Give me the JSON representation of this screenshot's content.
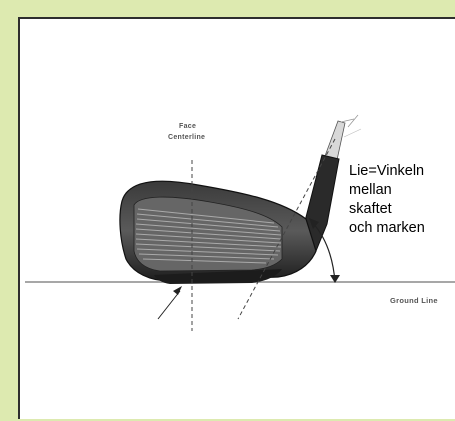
{
  "labels": {
    "face_centerline_1": "Face",
    "face_centerline_2": "Centerline",
    "lie_lines": [
      "Lie=Vinkeln",
      "mellan",
      "skaftet",
      "och marken"
    ],
    "ground_line": "Ground Line"
  },
  "colors": {
    "background": "#ddeab0",
    "panel": "#ffffff",
    "border": "#2e2e2e",
    "club_dark": "#262626",
    "club_face": "#6e6e6e",
    "ground": "#8a8a8a"
  }
}
